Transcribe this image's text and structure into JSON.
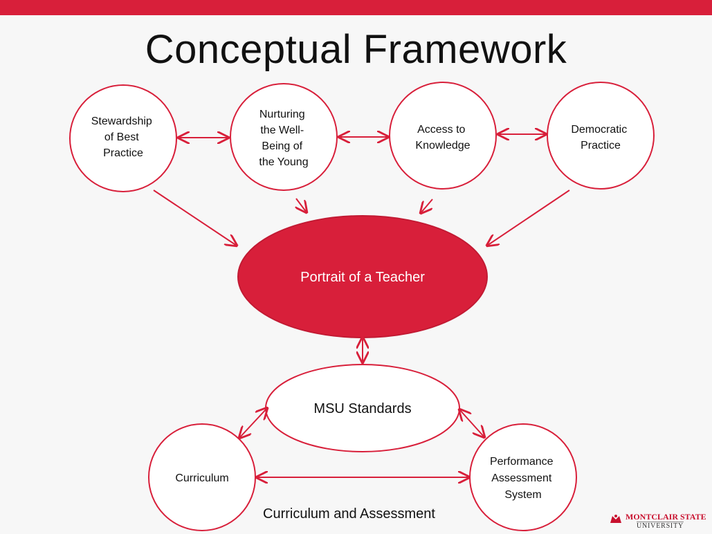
{
  "title": "Conceptual Framework",
  "top_nodes": [
    {
      "lines": [
        "Stewardship",
        "of Best",
        "Practice"
      ]
    },
    {
      "lines": [
        "Nurturing",
        "the Well-",
        "Being of",
        "the Young"
      ]
    },
    {
      "lines": [
        "Access to",
        "Knowledge"
      ]
    },
    {
      "lines": [
        "Democratic",
        "Practice"
      ]
    }
  ],
  "center": "Portrait of a Teacher",
  "standards": "MSU Standards",
  "bottom_nodes": [
    {
      "lines": [
        "Curriculum"
      ]
    },
    {
      "lines": [
        "Performance",
        "Assessment",
        "System"
      ]
    }
  ],
  "caption": "Curriculum and Assessment",
  "logo": {
    "name": "MONTCLAIR STATE",
    "sub": "UNIVERSITY"
  },
  "colors": {
    "accent": "#d81f3a",
    "bar": "#d81f3a"
  }
}
